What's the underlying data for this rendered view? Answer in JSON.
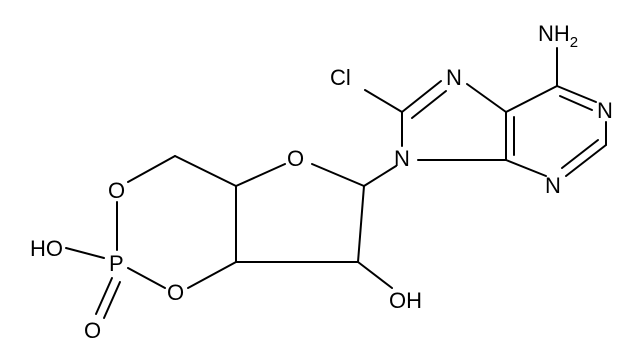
{
  "molecule": {
    "atoms": {
      "amino": "NH",
      "amino_subscript": "2",
      "chloro": "Cl",
      "n7": "N",
      "n9": "N",
      "n1": "N",
      "n3": "N",
      "ring_oxygen": "O",
      "phosphate_o_upper": "O",
      "phosphate_o_lower": "O",
      "phosphorus": "P",
      "hydroxyl_p": "HO",
      "oxo": "O",
      "hydroxyl_2prime": "OH"
    }
  },
  "colors": {
    "bond": "#000000",
    "text": "#000000",
    "background": "#ffffff"
  }
}
